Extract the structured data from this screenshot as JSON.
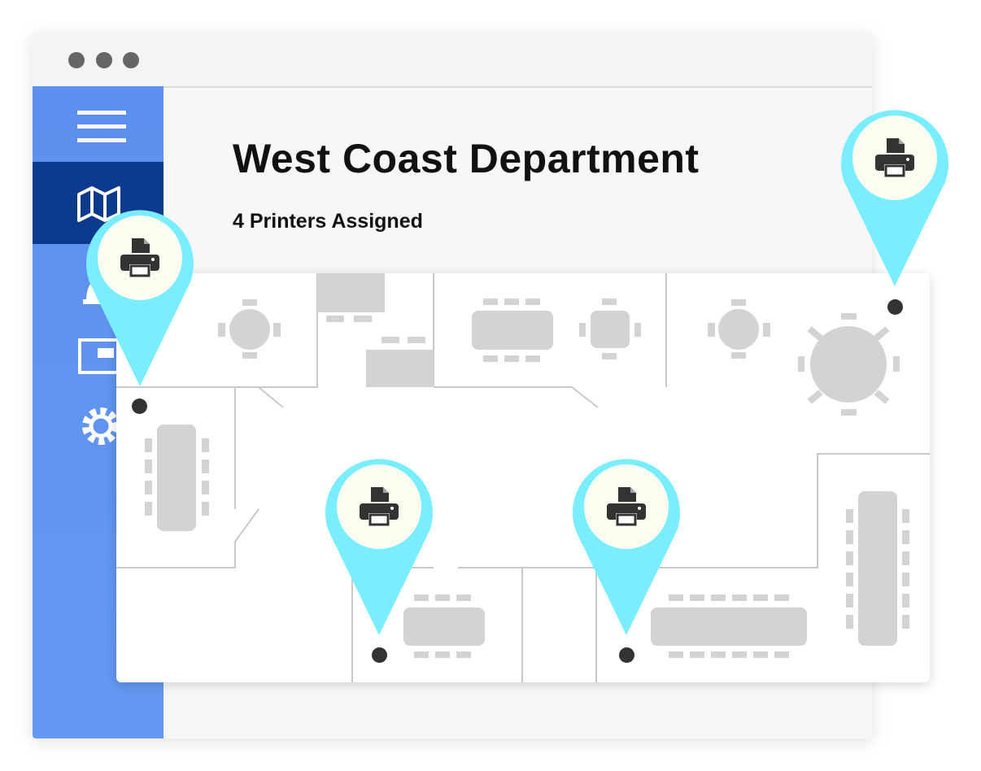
{
  "window": {
    "title_bar_dots": [
      "dot-1",
      "dot-2",
      "dot-3"
    ]
  },
  "sidebar": {
    "menu_icon": "hamburger-icon",
    "items": [
      {
        "id": "map",
        "icon": "map-icon",
        "active": true
      },
      {
        "id": "notifications",
        "icon": "bell-icon",
        "active": false
      },
      {
        "id": "display",
        "icon": "monitor-icon",
        "active": false
      },
      {
        "id": "settings",
        "icon": "gear-icon",
        "active": false
      }
    ]
  },
  "header": {
    "title": "West Coast Department",
    "subtitle": "4 Printers Assigned"
  },
  "floorplan": {
    "printer_pins": [
      {
        "id": "printer-1",
        "icon": "printer-icon"
      },
      {
        "id": "printer-2",
        "icon": "printer-icon"
      },
      {
        "id": "printer-3",
        "icon": "printer-icon"
      },
      {
        "id": "printer-4",
        "icon": "printer-icon"
      }
    ]
  },
  "colors": {
    "sidebar": "#5c90ee",
    "sidebar_active": "#0b3a8f",
    "pin": "#7aeeff",
    "pin_inner": "#fafdf0",
    "furniture": "#d3d3d3",
    "walls": "#c9c9c9",
    "icon_dark": "#333333"
  }
}
